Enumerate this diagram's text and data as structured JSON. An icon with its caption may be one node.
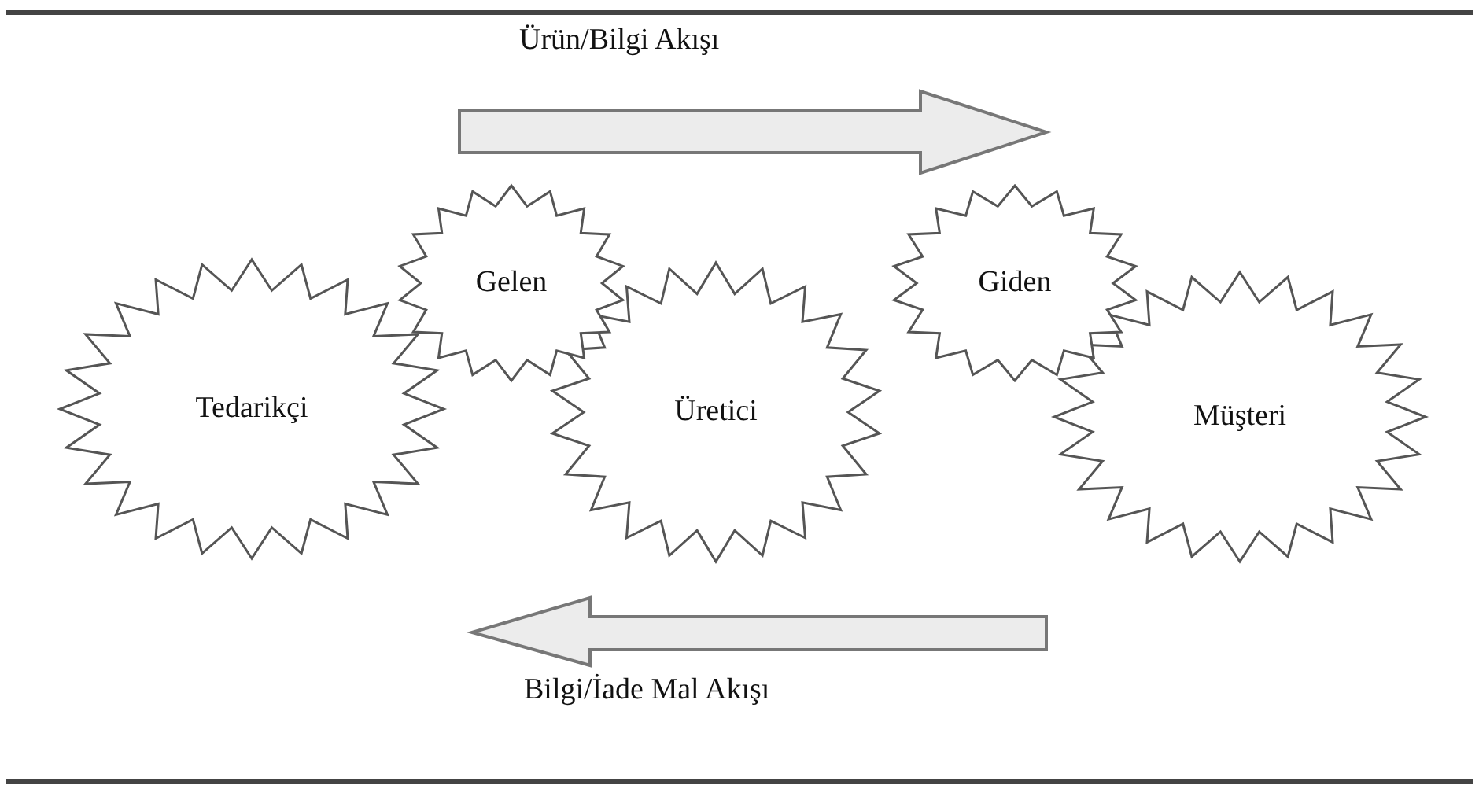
{
  "diagram": {
    "nodes": [
      {
        "text": [
          "Tedarikçi"
        ]
      },
      {
        "text": [
          "Üretici"
        ]
      },
      {
        "text": [
          "Müşteri"
        ]
      },
      {
        "text": [
          "Gelen"
        ]
      },
      {
        "text": [
          "Giden"
        ]
      }
    ],
    "labels": [
      "Ürün/Bilgi Akışı",
      "Bilgi/İade Mal Akışı"
    ]
  }
}
